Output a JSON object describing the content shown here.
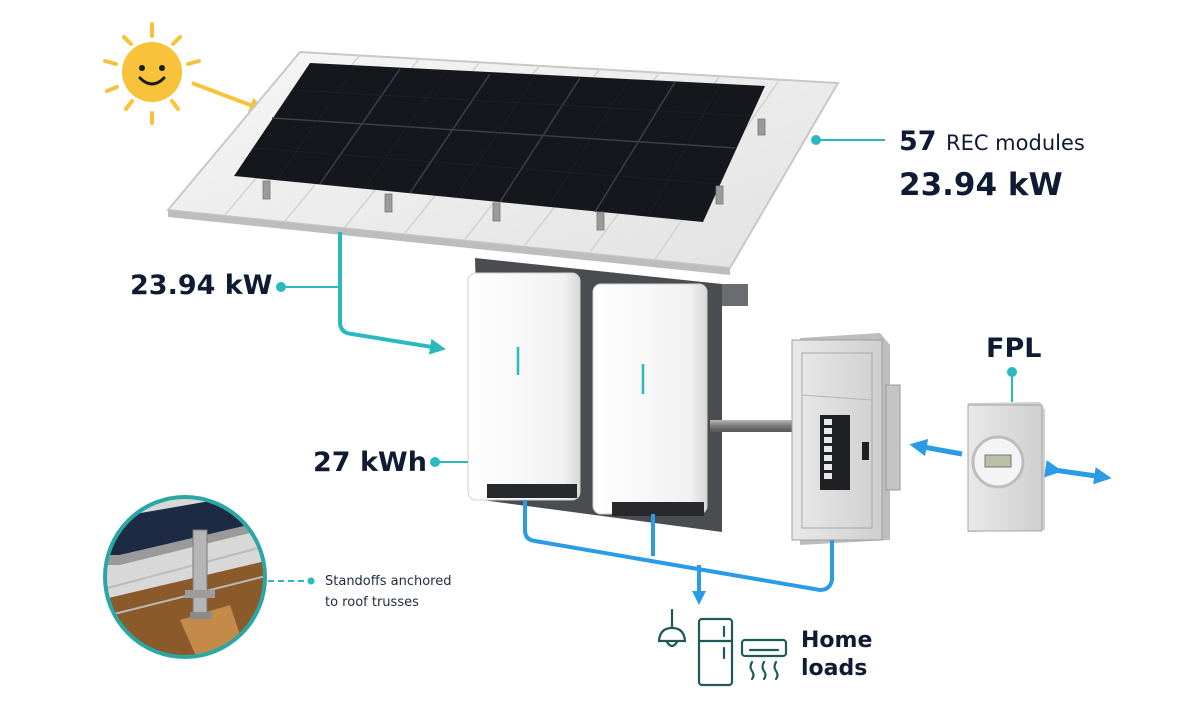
{
  "labels": {
    "array_modules_count": "57",
    "array_modules_text": "REC modules",
    "array_power": "23.94 kW",
    "pv_input_power": "23.94 kW",
    "battery_capacity": "27 kWh",
    "utility": "FPL",
    "home_loads_line1": "Home",
    "home_loads_line2": "loads",
    "standoffs_line1": "Standoffs anchored",
    "standoffs_line2": "to roof trusses"
  },
  "components": {
    "sun": "sun-icon",
    "solar_array": "solar-array",
    "batteries": [
      "battery-unit-1",
      "battery-unit-2"
    ],
    "panel": "electrical-panel",
    "meter": "utility-meter",
    "loads": [
      "pendant-light-icon",
      "refrigerator-icon",
      "air-conditioner-icon"
    ],
    "detail": "standoff-detail-inset"
  },
  "colors": {
    "text": "#0f1b33",
    "teal": "#2bb9c0",
    "blue": "#2a9be6",
    "sun": "#f8c23a",
    "load_icon": "#1f5a56",
    "panel_dark": "#15171c",
    "roof": "#ececec"
  }
}
